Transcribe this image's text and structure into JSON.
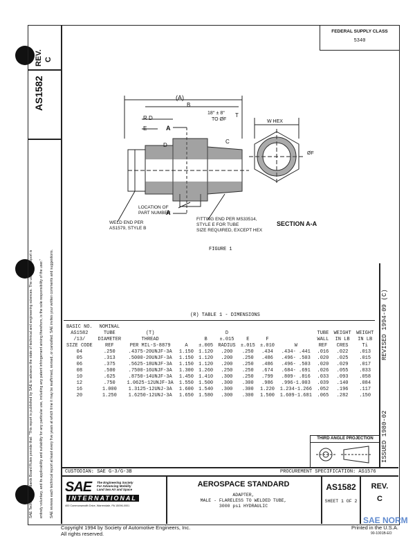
{
  "header": {
    "fsc_label": "FEDERAL SUPPLY CLASS",
    "fsc_value": "5340"
  },
  "left_strip": {
    "doc_number": "AS1582",
    "rev_label": "REV.",
    "rev_value": "C",
    "disclaimer_1": "SAE Technical Standards Board Rules provide that: \"This report is published by SAE to advance the state of technical and engineering sciences. The use of this report is",
    "disclaimer_2": "entirely voluntary, and its applicability and suitability for any particular use, including any patent infringement arising therefrom, is the sole responsibility of the user.\"",
    "disclaimer_3": "SAE reviews each technical report at least every five years at which time it may be reaffirmed, revised, or cancelled. SAE invites your written comments and suggestions."
  },
  "right_strip": {
    "revised": "REVISED  1994-09 (C)",
    "issued": "ISSUED  1980-02"
  },
  "figure": {
    "label_A_paren": "(A)",
    "label_B": "B",
    "label_RD": "R D",
    "label_E": "E",
    "label_A_arrow1": "A",
    "label_A_arrow2": "A",
    "label_D": "D",
    "label_angle": "18° ± 8°",
    "label_to_f": "TO ØF",
    "label_T": "T",
    "label_C": "C",
    "label_whex": "W HEX",
    "label_phif": "ØF",
    "note_location": "LOCATION OF\nPART NUMBER",
    "note_weld": "WELD END PER\nAS1579, STYLE B",
    "note_fitting": "FITTING END PER MS33514,\nSTYLE E FOR TUBE\nSIZE REQUIRED, EXCEPT HEX",
    "section_label": "SECTION A-A",
    "caption": "FIGURE 1"
  },
  "table": {
    "title": "(R) TABLE 1 - DIMENSIONS",
    "headers": [
      "BASIC NO.\nAS1582\n/13/\nSIZE CODE",
      "NOMINAL\nTUBE\nDIAMETER\nREF",
      "(T)\nTHREAD\nPER MIL-S-8879",
      "A",
      "B\n±.005",
      "D\n±.015\nRADIUS",
      "E\n±.015",
      "F\n±.010",
      "W",
      "TUBE\nWALL\nREF",
      "WEIGHT\nIN LB\nCRES",
      "WEIGHT\nIN LB\nTi"
    ],
    "rows": [
      [
        "04",
        ".250",
        ".4375-20UNJF-3A",
        "1.150",
        "1.120",
        ".200",
        ".250",
        ".434",
        ".434- .441",
        ".016",
        ".022",
        ".013"
      ],
      [
        "05",
        ".313",
        ".5000-20UNJF-3A",
        "1.150",
        "1.120",
        ".200",
        ".250",
        ".486",
        ".496- .503",
        ".020",
        ".025",
        ".015"
      ],
      [
        "06",
        ".375",
        ".5625-18UNJF-3A",
        "1.150",
        "1.120",
        ".200",
        ".250",
        ".486",
        ".496- .503",
        ".020",
        ".029",
        ".017"
      ],
      [
        "08",
        ".500",
        ".7500-16UNJF-3A",
        "1.300",
        "1.260",
        ".250",
        ".250",
        ".674",
        ".684- .691",
        ".026",
        ".055",
        ".033"
      ],
      [
        "10",
        ".625",
        ".8750-14UNJF-3A",
        "1.450",
        "1.410",
        ".300",
        ".250",
        ".799",
        ".809- .816",
        ".033",
        ".093",
        ".058"
      ],
      [
        "12",
        ".750",
        "1.0625-12UNJF-3A",
        "1.550",
        "1.500",
        ".300",
        ".300",
        ".986",
        ".996-1.003",
        ".039",
        ".140",
        ".084"
      ],
      [
        "16",
        "1.000",
        "1.3125-12UNJ-3A",
        "1.600",
        "1.540",
        ".300",
        ".300",
        "1.220",
        "1.234-1.266",
        ".052",
        ".196",
        ".117"
      ],
      [
        "20",
        "1.250",
        "1.6250-12UNJ-3A",
        "1.650",
        "1.580",
        ".300",
        ".300",
        "1.500",
        "1.609-1.681",
        ".065",
        ".282",
        ".150"
      ]
    ]
  },
  "projection": {
    "label": "THIRD ANGLE PROJECTION"
  },
  "footer": {
    "custodian": "CUSTODIAN:  SAE G-3/G-3B",
    "procurement": "PROCUREMENT SPECIFICATION:   AS1576",
    "logo_text": "SAE",
    "logo_sub": "INTERNATIONAL",
    "society_line": "The Engineering Society\nFor Advancing Mobility\nLand Sea Air and Space",
    "address": "400 Commonwealth Drive, Warrendale, PA 15096-0001",
    "standard_title": "AEROSPACE STANDARD",
    "part_title": "ADAPTER,\nMALE - FLARELESS TO WELDED TUBE,\n3000 psi HYDRAULIC",
    "doc_number": "AS1582",
    "sheet": "SHEET 1 OF 2",
    "rev_label": "REV.",
    "rev_value": "C",
    "copyright": "Copyright 1994 by Society of Automotive Engineers, Inc.",
    "rights": "All rights reserved.",
    "printed": "Printed in the U.S.A.",
    "code": "90-1001B-EO",
    "watermark": "SAE NORM"
  }
}
